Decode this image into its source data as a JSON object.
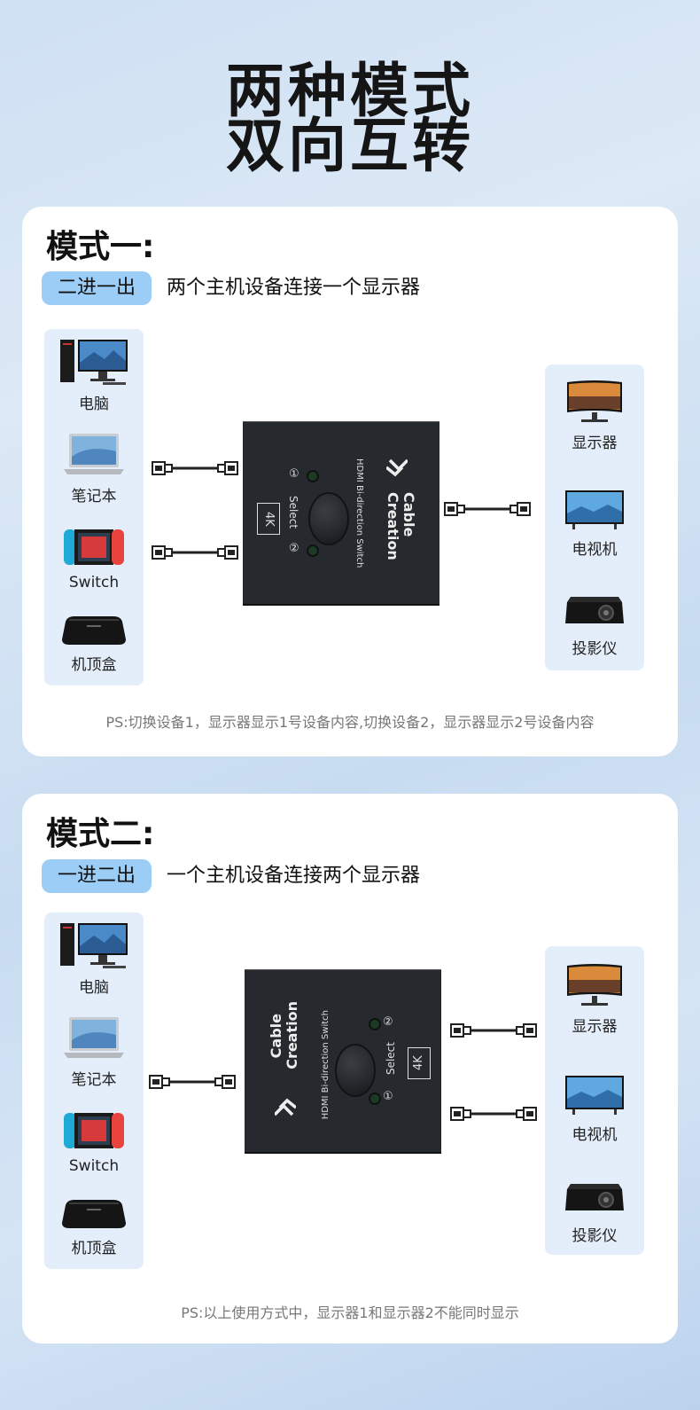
{
  "heading": {
    "line1": "两种模式",
    "line2": "双向互转"
  },
  "modes": [
    {
      "title": "模式一:",
      "tag": "二进一出",
      "description": "两个主机设备连接一个显示器",
      "sources": [
        "电脑",
        "笔记本",
        "Switch",
        "机顶盒"
      ],
      "outputs": [
        "显示器",
        "电视机",
        "投影仪"
      ],
      "note": "PS:切换设备1，显示器显示1号设备内容,切换设备2，显示器显示2号设备内容"
    },
    {
      "title": "模式二:",
      "tag": "一进二出",
      "description": "一个主机设备连接两个显示器",
      "sources": [
        "电脑",
        "笔记本",
        "Switch",
        "机顶盒"
      ],
      "outputs": [
        "显示器",
        "电视机",
        "投影仪"
      ],
      "note": "PS:以上使用方式中，显示器1和显示器2不能同时显示"
    }
  ],
  "device": {
    "brand_line1": "Cable",
    "brand_line2": "Creation",
    "model": "HDMI Bi-direction Switch",
    "resolution": "4K",
    "button_label": "Select",
    "port1": "①",
    "port2": "②"
  },
  "colors": {
    "tag_bg": "#9ccdf6",
    "device_body": "#262a2e",
    "column_bg": "#e4eefa"
  }
}
